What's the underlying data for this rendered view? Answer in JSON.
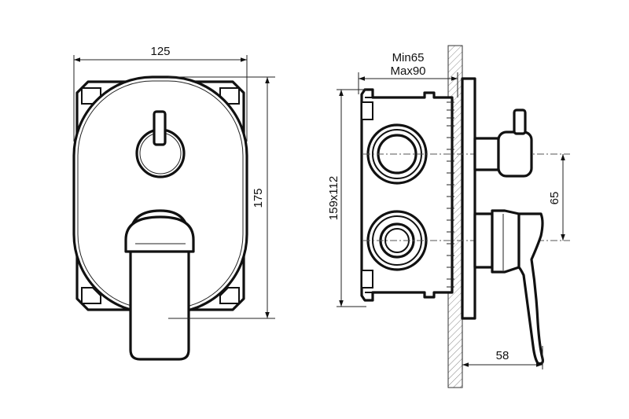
{
  "dimensions": {
    "front_width": "125",
    "front_height": "175",
    "depth_min": "Min65",
    "depth_max": "Max90",
    "box_size": "159x112",
    "outlet_spacing": "65",
    "handle_projection": "58"
  }
}
